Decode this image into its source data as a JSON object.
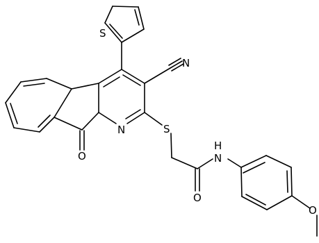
{
  "molecule": {
    "atoms": {
      "S_thiophene": "S",
      "N_nitrile": "N",
      "N_pyridine": "N",
      "O_ketone": "O",
      "S_thioether": "S",
      "N_amide": "N",
      "H_amide": "H",
      "O_amide": "O",
      "O_methoxy": "O"
    }
  }
}
